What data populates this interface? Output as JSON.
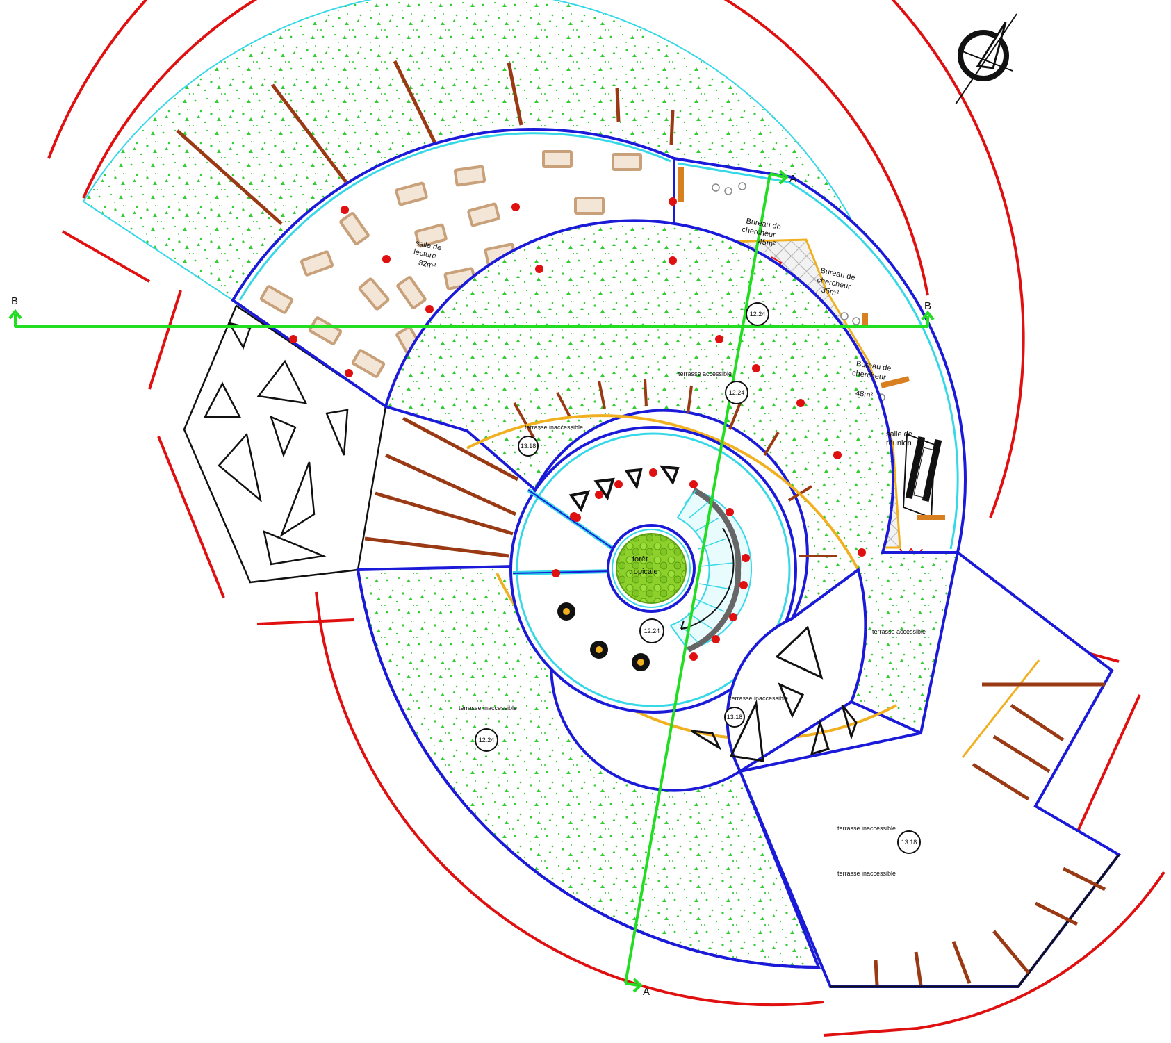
{
  "colors": {
    "site_boundary": "#e01010",
    "wall_primary": "#1a1ad8",
    "wall_glass": "#36d8e8",
    "terrace_edge": "#f0b020",
    "joist": "#9a3a14",
    "section_line": "#22dd22",
    "vegetation": "#33cc33",
    "furniture": "#c8a07a",
    "column": "#e01010",
    "tile_hatch": "#c8c8c8",
    "outline": "#111111"
  },
  "labels": {
    "reading_room": [
      "salle de",
      "lecture",
      "82m²"
    ],
    "office_1": [
      "Bureau de",
      "chercheur",
      "45m²"
    ],
    "office_2": [
      "Bureau de",
      "chercheur",
      "35m²"
    ],
    "office_3": [
      "Bureau de",
      "chercheur",
      "48m²"
    ],
    "meeting_room": [
      "salle de",
      "réunion"
    ],
    "central_garden": [
      "forêt",
      "tropicale"
    ],
    "terrace_accessible_1": "terrasse accessible",
    "terrace_accessible_2": "terrasse accessible",
    "terrace_inaccessible_ring": "terrasse inaccessible",
    "terrace_inaccessible_right": "terrasse inaccessible",
    "terrace_inaccessible_left": "terrasse inaccessible",
    "terrace_inaccessible_wing_1": "terrasse inaccessible",
    "terrace_inaccessible_wing_2": "terrasse inaccessible"
  },
  "levels": {
    "level_1": "12.24",
    "level_2": "12.24",
    "level_3": "13.18",
    "level_4": "12.24",
    "level_5": "13.18",
    "level_6": "12.24",
    "level_7": "13.18"
  },
  "section_marks": {
    "b_left": "B",
    "b_right": "B",
    "a_top": "A",
    "a_bottom": "A"
  },
  "icons": {
    "north": "north-arrow-icon",
    "tree": "tree-icon",
    "column": "column-icon",
    "table": "table-icon"
  }
}
